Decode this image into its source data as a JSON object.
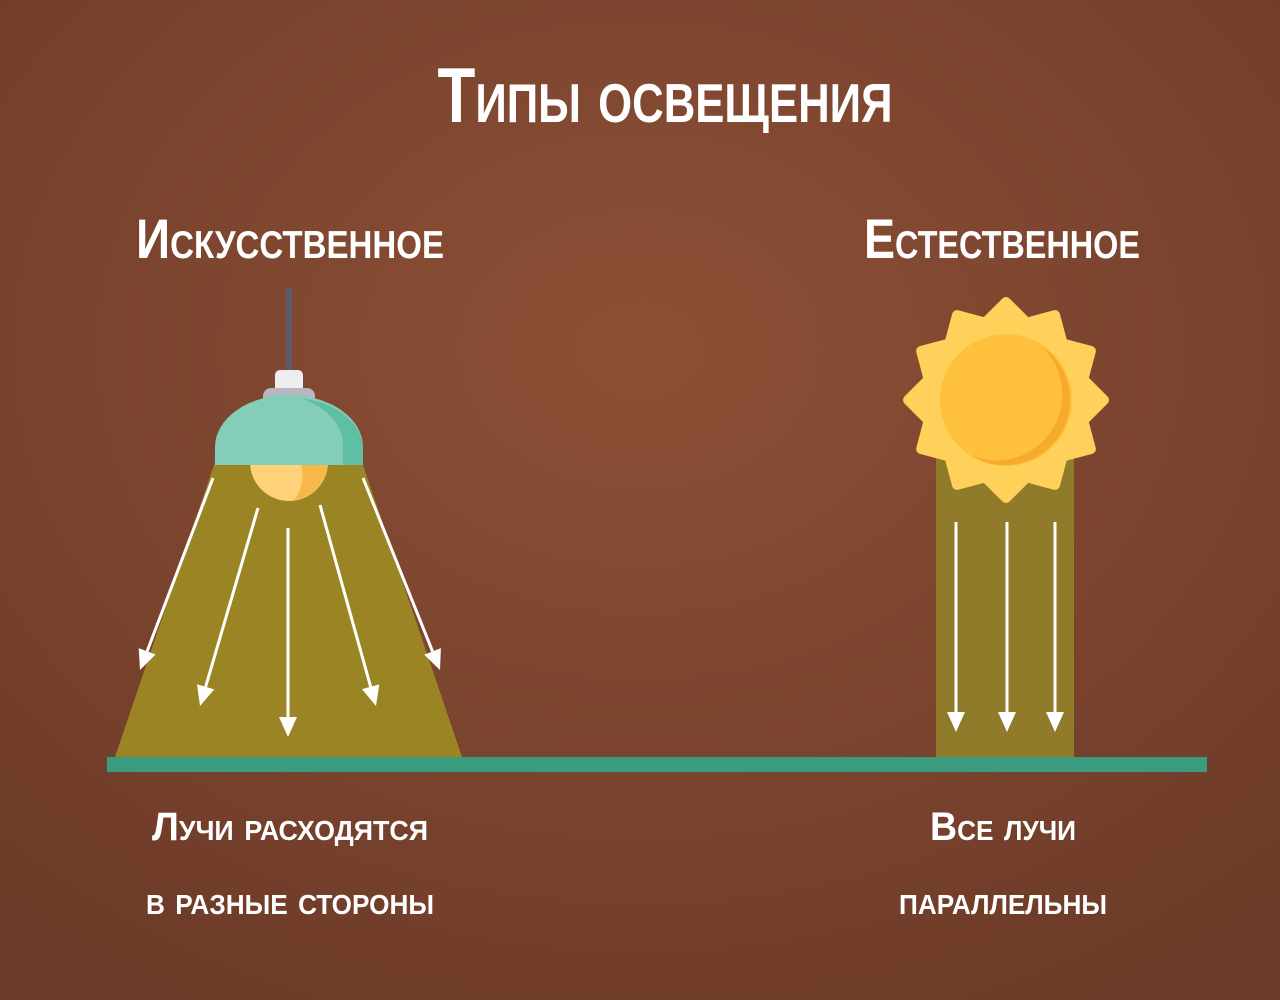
{
  "title": "Типы освещения",
  "left": {
    "heading": "Искусственное",
    "caption_line1": "Лучи расходятся",
    "caption_line2": "в разные стороны"
  },
  "right": {
    "heading": "Естественное",
    "caption_line1": "Все лучи",
    "caption_line2": "параллельны"
  },
  "colors": {
    "background": "#7e4630",
    "light": "#9a8424",
    "ground": "#3a9b7e",
    "shade": "#84cdb8",
    "sun": "#ffc13d"
  }
}
